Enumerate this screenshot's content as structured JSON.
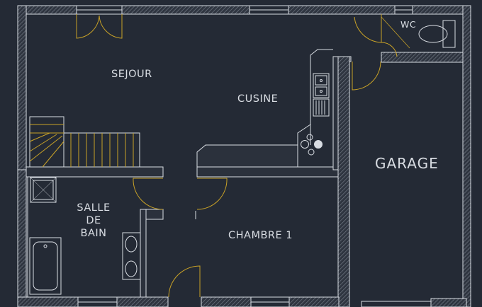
{
  "plan": {
    "background_color": "#242a35",
    "wall_line_color": "#d9dde3",
    "hatch_color": "#6f7682",
    "door_color": "#c9a227",
    "rooms": {
      "sejour": "SEJOUR",
      "cuisine": "CUSINE",
      "wc": "WC",
      "garage": "GARAGE",
      "salle_de_bain": [
        "SALLE",
        "DE",
        "BAIN"
      ],
      "chambre_1": "CHAMBRE 1"
    }
  }
}
